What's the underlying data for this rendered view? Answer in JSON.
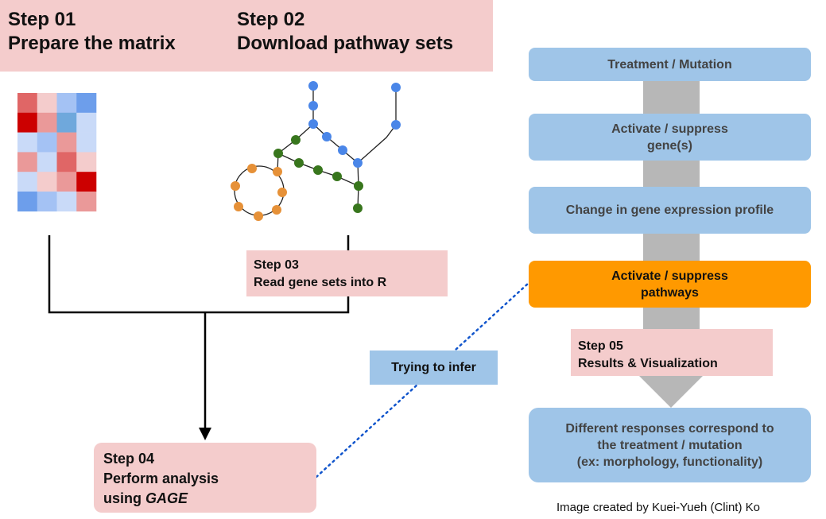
{
  "steps": {
    "step01": {
      "label": "Step 01",
      "title": "Prepare the matrix"
    },
    "step02": {
      "label": "Step 02",
      "title": "Download pathway sets"
    },
    "step03": {
      "label": "Step 03",
      "title": "Read gene sets into R"
    },
    "step04": {
      "label": "Step 04",
      "title_line1": "Perform analysis",
      "title_prefix": "using ",
      "title_italic": "GAGE"
    },
    "step05": {
      "label": "Step 05",
      "title": "Results & Visualization"
    }
  },
  "flow": {
    "box1": "Treatment / Mutation",
    "box2_line1": "Activate / suppress",
    "box2_line2": "gene(s)",
    "box3": "Change in gene expression profile",
    "box4_line1": "Activate / suppress",
    "box4_line2": "pathways",
    "box5_line1": "Different responses correspond to",
    "box5_line2": "the treatment / mutation",
    "box5_line3": "(ex: morphology, functionality)"
  },
  "inference_label": "Trying to infer",
  "credit": "Image created by Kuei-Yueh (Clint) Ko",
  "colors": {
    "pink": "#f4cccc",
    "blue": "#9fc5e8",
    "orange": "#ff9900",
    "gray_arrow": "#b7b7b7",
    "node_blue": "#4a86e8",
    "node_green": "#38761d",
    "node_orange": "#e69138",
    "dotted_line": "#1155cc"
  },
  "heatmap": [
    [
      "#e06666",
      "#f4cccc",
      "#a4c2f4",
      "#6d9eeb"
    ],
    [
      "#cc0000",
      "#ea9999",
      "#6fa8dc",
      "#c9daf8"
    ],
    [
      "#c9daf8",
      "#a4c2f4",
      "#ea9999",
      "#c9daf8"
    ],
    [
      "#ea9999",
      "#c9daf8",
      "#e06666",
      "#f4cccc"
    ],
    [
      "#c9daf8",
      "#f4cccc",
      "#ea9999",
      "#cc0000"
    ],
    [
      "#6d9eeb",
      "#a4c2f4",
      "#c9daf8",
      "#ea9999"
    ]
  ]
}
